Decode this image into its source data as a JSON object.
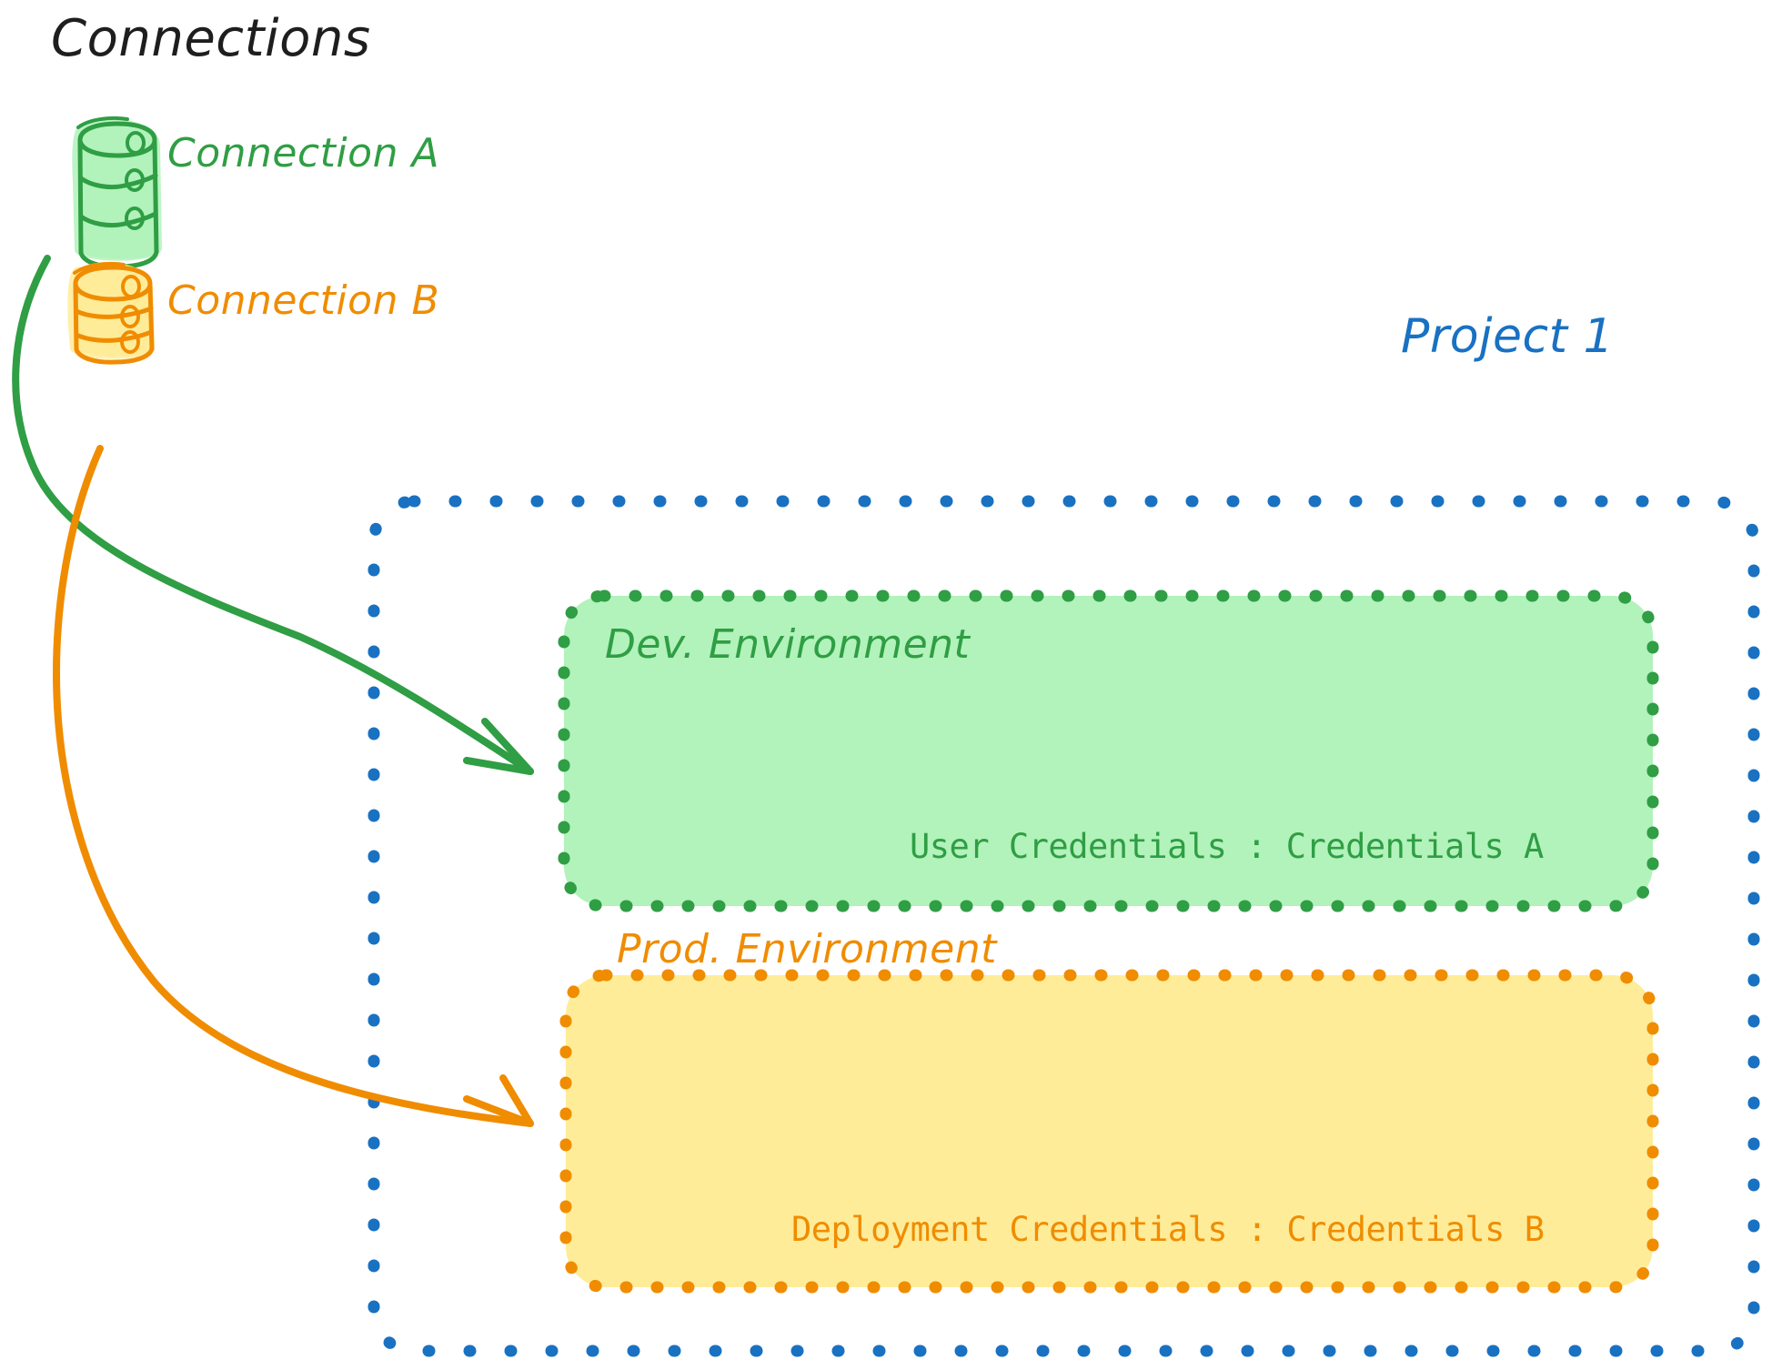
{
  "diagram": {
    "title": "Connections",
    "background": "#ffffff",
    "colors": {
      "green_stroke": "#2f9e44",
      "green_fill": "#b2f2bb",
      "orange_stroke": "#f08c00",
      "orange_fill": "#ffec99",
      "blue_stroke": "#1971c2",
      "text_dark": "#1e1e1e"
    }
  },
  "connections": {
    "heading": "Connections",
    "items": [
      {
        "label": "Connection A",
        "color": "#2f9e44",
        "icon": "database-cylinder-icon"
      },
      {
        "label": "Connection B",
        "color": "#f08c00",
        "icon": "database-cylinder-icon"
      }
    ]
  },
  "project": {
    "label": "Project 1",
    "color": "#1971c2",
    "environments": [
      {
        "name": "Dev. Environment",
        "color": "#2f9e44",
        "fill": "#b2f2bb",
        "credential_label": "User Credentials",
        "credential_separator": ":",
        "credential_value": "Credentials A",
        "credential_line": "User Credentials : Credentials A"
      },
      {
        "name": "Prod. Environment",
        "color": "#f08c00",
        "fill": "#ffec99",
        "credential_label": "Deployment Credentials",
        "credential_separator": ":",
        "credential_value": "Credentials B",
        "credential_line": "Deployment Credentials : Credentials B"
      }
    ]
  },
  "arrows": [
    {
      "name": "connection-a-to-dev-environment",
      "from": "Connection A",
      "to": "Dev. Environment",
      "color": "#2f9e44"
    },
    {
      "name": "connection-b-to-prod-environment",
      "from": "Connection B",
      "to": "Prod. Environment",
      "color": "#f08c00"
    }
  ]
}
